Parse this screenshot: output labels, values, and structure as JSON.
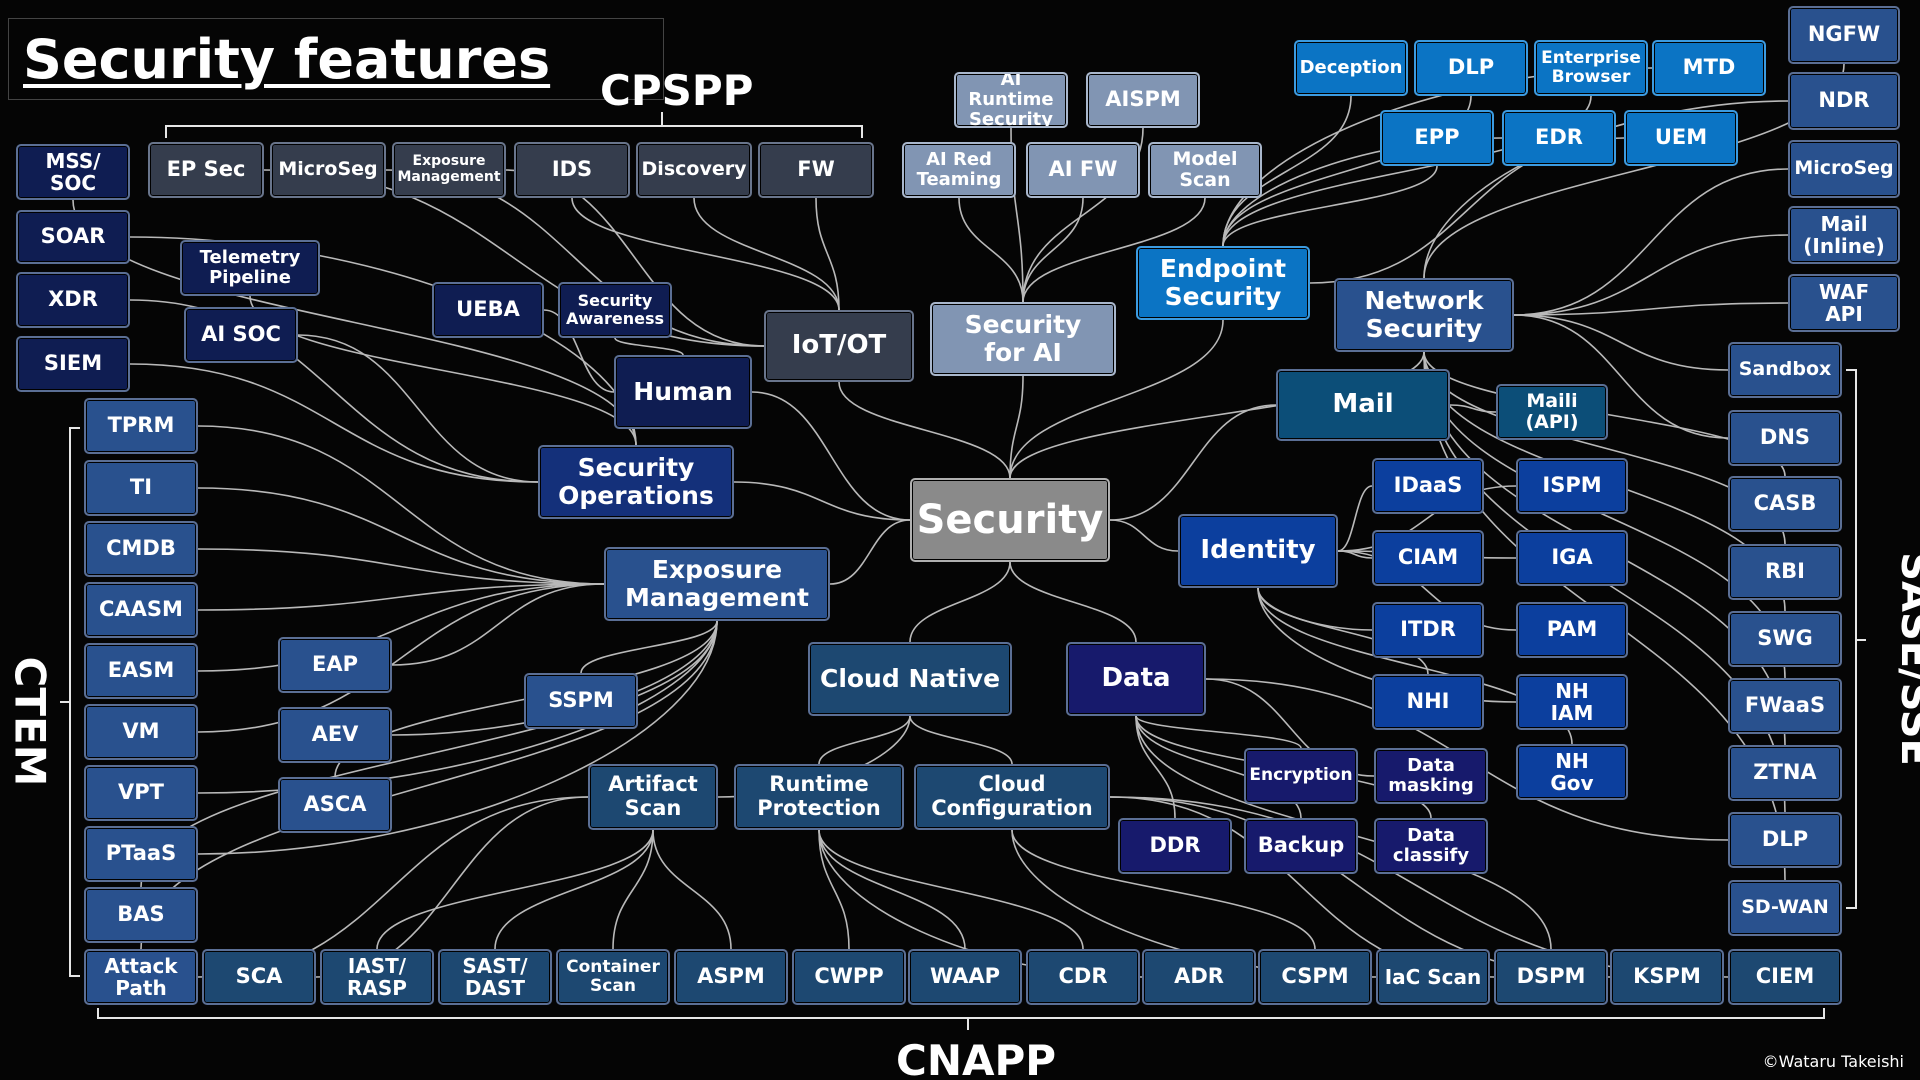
{
  "title": "Security features",
  "copyright": "©Wataru Takeishi",
  "colors": {
    "center": "#8a8a8a",
    "category_blue": "#14307a",
    "slate": "#353d4d",
    "ai_gray": "#8195b3",
    "endpoint_blue": "#0b74c4",
    "network_blue": "#29518e",
    "mail_teal": "#0c4e78",
    "identity_blue": "#0c3f9e",
    "cloud_steel": "#1d4871",
    "data_indigo": "#171a6c",
    "navy": "#0f1d52",
    "line": "#b9b9b9"
  },
  "groups": [
    {
      "key": "cpspp",
      "label": "CPSPP"
    },
    {
      "key": "cnapp",
      "label": "CNAPP"
    },
    {
      "key": "ctem",
      "label": "CTEM"
    },
    {
      "key": "sase",
      "label": "SASE/SSE"
    }
  ],
  "nodes": [
    {
      "key": "security",
      "label": "Security"
    },
    {
      "key": "security_operations",
      "label": "Security\nOperations"
    },
    {
      "key": "human",
      "label": "Human"
    },
    {
      "key": "iot_ot",
      "label": "IoT/OT"
    },
    {
      "key": "security_for_ai",
      "label": "Security\nfor AI"
    },
    {
      "key": "endpoint_security",
      "label": "Endpoint\nSecurity"
    },
    {
      "key": "network_security",
      "label": "Network\nSecurity"
    },
    {
      "key": "mail",
      "label": "Mail"
    },
    {
      "key": "identity",
      "label": "Identity"
    },
    {
      "key": "exposure_management",
      "label": "Exposure\nManagement"
    },
    {
      "key": "cloud_native",
      "label": "Cloud Native"
    },
    {
      "key": "data",
      "label": "Data"
    },
    {
      "key": "mss_soc",
      "label": "MSS/\nSOC"
    },
    {
      "key": "soar",
      "label": "SOAR"
    },
    {
      "key": "xdr",
      "label": "XDR"
    },
    {
      "key": "siem",
      "label": "SIEM"
    },
    {
      "key": "telemetry_pipeline",
      "label": "Telemetry\nPipeline"
    },
    {
      "key": "ai_soc",
      "label": "AI SOC"
    },
    {
      "key": "ueba",
      "label": "UEBA"
    },
    {
      "key": "security_awareness",
      "label": "Security\nAwareness"
    },
    {
      "key": "ep_sec",
      "label": "EP Sec"
    },
    {
      "key": "microseg_ot",
      "label": "MicroSeg"
    },
    {
      "key": "exposure_management_ot",
      "label": "Exposure\nManagement"
    },
    {
      "key": "ids",
      "label": "IDS"
    },
    {
      "key": "discovery",
      "label": "Discovery"
    },
    {
      "key": "fw",
      "label": "FW"
    },
    {
      "key": "ai_runtime_security",
      "label": "AI Runtime\nSecurity"
    },
    {
      "key": "aispm",
      "label": "AISPM"
    },
    {
      "key": "ai_red_teaming",
      "label": "AI Red\nTeaming"
    },
    {
      "key": "ai_fw",
      "label": "AI FW"
    },
    {
      "key": "model_scan",
      "label": "Model\nScan"
    },
    {
      "key": "deception",
      "label": "Deception"
    },
    {
      "key": "dlp_endpoint",
      "label": "DLP"
    },
    {
      "key": "enterprise_browser",
      "label": "Enterprise\nBrowser"
    },
    {
      "key": "mtd",
      "label": "MTD"
    },
    {
      "key": "epp",
      "label": "EPP"
    },
    {
      "key": "edr",
      "label": "EDR"
    },
    {
      "key": "uem",
      "label": "UEM"
    },
    {
      "key": "ngfw",
      "label": "NGFW"
    },
    {
      "key": "ndr",
      "label": "NDR"
    },
    {
      "key": "microseg_net",
      "label": "MicroSeg"
    },
    {
      "key": "mail_inline",
      "label": "Mail\n(Inline)"
    },
    {
      "key": "waf_api",
      "label": "WAF\nAPI"
    },
    {
      "key": "mail_api",
      "label": "Maili\n(API)"
    },
    {
      "key": "idaas",
      "label": "IDaaS"
    },
    {
      "key": "ispm",
      "label": "ISPM"
    },
    {
      "key": "ciam",
      "label": "CIAM"
    },
    {
      "key": "iga",
      "label": "IGA"
    },
    {
      "key": "itdr",
      "label": "ITDR"
    },
    {
      "key": "pam",
      "label": "PAM"
    },
    {
      "key": "nhi",
      "label": "NHI"
    },
    {
      "key": "nh_iam",
      "label": "NH\nIAM"
    },
    {
      "key": "nh_gov",
      "label": "NH\nGov"
    },
    {
      "key": "sandbox",
      "label": "Sandbox"
    },
    {
      "key": "dns",
      "label": "DNS"
    },
    {
      "key": "casb",
      "label": "CASB"
    },
    {
      "key": "rbi",
      "label": "RBI"
    },
    {
      "key": "swg",
      "label": "SWG"
    },
    {
      "key": "fwaas",
      "label": "FWaaS"
    },
    {
      "key": "ztna",
      "label": "ZTNA"
    },
    {
      "key": "dlp_sase",
      "label": "DLP"
    },
    {
      "key": "sd_wan",
      "label": "SD-WAN"
    },
    {
      "key": "tprm",
      "label": "TPRM"
    },
    {
      "key": "ti",
      "label": "TI"
    },
    {
      "key": "cmdb",
      "label": "CMDB"
    },
    {
      "key": "caasm",
      "label": "CAASM"
    },
    {
      "key": "easm",
      "label": "EASM"
    },
    {
      "key": "vm",
      "label": "VM"
    },
    {
      "key": "vpt",
      "label": "VPT"
    },
    {
      "key": "ptaas",
      "label": "PTaaS"
    },
    {
      "key": "bas",
      "label": "BAS"
    },
    {
      "key": "attack_path",
      "label": "Attack\nPath"
    },
    {
      "key": "eap",
      "label": "EAP"
    },
    {
      "key": "aev",
      "label": "AEV"
    },
    {
      "key": "asca",
      "label": "ASCA"
    },
    {
      "key": "sspm",
      "label": "SSPM"
    },
    {
      "key": "artifact_scan",
      "label": "Artifact\nScan"
    },
    {
      "key": "runtime_protection",
      "label": "Runtime\nProtection"
    },
    {
      "key": "cloud_configuration",
      "label": "Cloud\nConfiguration"
    },
    {
      "key": "encryption",
      "label": "Encryption"
    },
    {
      "key": "data_masking",
      "label": "Data\nmasking"
    },
    {
      "key": "ddr",
      "label": "DDR"
    },
    {
      "key": "backup",
      "label": "Backup"
    },
    {
      "key": "data_classify",
      "label": "Data\nclassify"
    },
    {
      "key": "sca",
      "label": "SCA"
    },
    {
      "key": "iast_rasp",
      "label": "IAST/\nRASP"
    },
    {
      "key": "sast_dast",
      "label": "SAST/\nDAST"
    },
    {
      "key": "container_scan",
      "label": "Container\nScan"
    },
    {
      "key": "aspm",
      "label": "ASPM"
    },
    {
      "key": "cwpp",
      "label": "CWPP"
    },
    {
      "key": "waap",
      "label": "WAAP"
    },
    {
      "key": "cdr",
      "label": "CDR"
    },
    {
      "key": "adr",
      "label": "ADR"
    },
    {
      "key": "cspm",
      "label": "CSPM"
    },
    {
      "key": "iac_scan",
      "label": "IaC Scan"
    },
    {
      "key": "dspm",
      "label": "DSPM"
    },
    {
      "key": "kspm",
      "label": "KSPM"
    },
    {
      "key": "ciem",
      "label": "CIEM"
    }
  ],
  "edges": [
    [
      "security",
      "security_operations"
    ],
    [
      "security",
      "human"
    ],
    [
      "security",
      "iot_ot"
    ],
    [
      "security",
      "security_for_ai"
    ],
    [
      "security",
      "endpoint_security"
    ],
    [
      "security",
      "network_security"
    ],
    [
      "security",
      "mail"
    ],
    [
      "security",
      "identity"
    ],
    [
      "security",
      "exposure_management"
    ],
    [
      "security",
      "cloud_native"
    ],
    [
      "security",
      "data"
    ],
    [
      "security_operations",
      "mss_soc"
    ],
    [
      "security_operations",
      "soar"
    ],
    [
      "security_operations",
      "xdr"
    ],
    [
      "security_operations",
      "siem"
    ],
    [
      "security_operations",
      "telemetry_pipeline"
    ],
    [
      "security_operations",
      "ai_soc"
    ],
    [
      "human",
      "ueba"
    ],
    [
      "human",
      "security_awareness"
    ],
    [
      "iot_ot",
      "ep_sec"
    ],
    [
      "iot_ot",
      "microseg_ot"
    ],
    [
      "iot_ot",
      "exposure_management_ot"
    ],
    [
      "iot_ot",
      "ids"
    ],
    [
      "iot_ot",
      "discovery"
    ],
    [
      "iot_ot",
      "fw"
    ],
    [
      "security_for_ai",
      "ai_runtime_security"
    ],
    [
      "security_for_ai",
      "aispm"
    ],
    [
      "security_for_ai",
      "ai_red_teaming"
    ],
    [
      "security_for_ai",
      "ai_fw"
    ],
    [
      "security_for_ai",
      "model_scan"
    ],
    [
      "endpoint_security",
      "deception"
    ],
    [
      "endpoint_security",
      "dlp_endpoint"
    ],
    [
      "endpoint_security",
      "enterprise_browser"
    ],
    [
      "endpoint_security",
      "mtd"
    ],
    [
      "endpoint_security",
      "epp"
    ],
    [
      "endpoint_security",
      "edr"
    ],
    [
      "endpoint_security",
      "uem"
    ],
    [
      "network_security",
      "ngfw"
    ],
    [
      "network_security",
      "ndr"
    ],
    [
      "network_security",
      "microseg_net"
    ],
    [
      "network_security",
      "mail_inline"
    ],
    [
      "network_security",
      "waf_api"
    ],
    [
      "network_security",
      "sandbox"
    ],
    [
      "network_security",
      "dns"
    ],
    [
      "network_security",
      "casb"
    ],
    [
      "network_security",
      "rbi"
    ],
    [
      "network_security",
      "swg"
    ],
    [
      "network_security",
      "fwaas"
    ],
    [
      "network_security",
      "ztna"
    ],
    [
      "network_security",
      "dlp_sase"
    ],
    [
      "network_security",
      "sd_wan"
    ],
    [
      "mail",
      "mail_api"
    ],
    [
      "identity",
      "idaas"
    ],
    [
      "identity",
      "ispm"
    ],
    [
      "identity",
      "ciam"
    ],
    [
      "identity",
      "iga"
    ],
    [
      "identity",
      "itdr"
    ],
    [
      "identity",
      "pam"
    ],
    [
      "identity",
      "nhi"
    ],
    [
      "identity",
      "nh_iam"
    ],
    [
      "identity",
      "nh_gov"
    ],
    [
      "exposure_management",
      "tprm"
    ],
    [
      "exposure_management",
      "ti"
    ],
    [
      "exposure_management",
      "cmdb"
    ],
    [
      "exposure_management",
      "caasm"
    ],
    [
      "exposure_management",
      "easm"
    ],
    [
      "exposure_management",
      "vm"
    ],
    [
      "exposure_management",
      "vpt"
    ],
    [
      "exposure_management",
      "ptaas"
    ],
    [
      "exposure_management",
      "bas"
    ],
    [
      "exposure_management",
      "attack_path"
    ],
    [
      "exposure_management",
      "eap"
    ],
    [
      "exposure_management",
      "aev"
    ],
    [
      "exposure_management",
      "asca"
    ],
    [
      "exposure_management",
      "sspm"
    ],
    [
      "cloud_native",
      "artifact_scan"
    ],
    [
      "cloud_native",
      "runtime_protection"
    ],
    [
      "cloud_native",
      "cloud_configuration"
    ],
    [
      "artifact_scan",
      "sca"
    ],
    [
      "artifact_scan",
      "iast_rasp"
    ],
    [
      "artifact_scan",
      "sast_dast"
    ],
    [
      "artifact_scan",
      "container_scan"
    ],
    [
      "artifact_scan",
      "aspm"
    ],
    [
      "artifact_scan",
      "attack_path"
    ],
    [
      "runtime_protection",
      "cwpp"
    ],
    [
      "runtime_protection",
      "waap"
    ],
    [
      "runtime_protection",
      "cdr"
    ],
    [
      "runtime_protection",
      "adr"
    ],
    [
      "cloud_configuration",
      "cspm"
    ],
    [
      "cloud_configuration",
      "iac_scan"
    ],
    [
      "cloud_configuration",
      "dspm"
    ],
    [
      "cloud_configuration",
      "kspm"
    ],
    [
      "cloud_configuration",
      "ciem"
    ],
    [
      "data",
      "encryption"
    ],
    [
      "data",
      "data_masking"
    ],
    [
      "data",
      "ddr"
    ],
    [
      "data",
      "backup"
    ],
    [
      "data",
      "data_classify"
    ],
    [
      "data",
      "dspm"
    ],
    [
      "data",
      "dlp_sase"
    ]
  ]
}
